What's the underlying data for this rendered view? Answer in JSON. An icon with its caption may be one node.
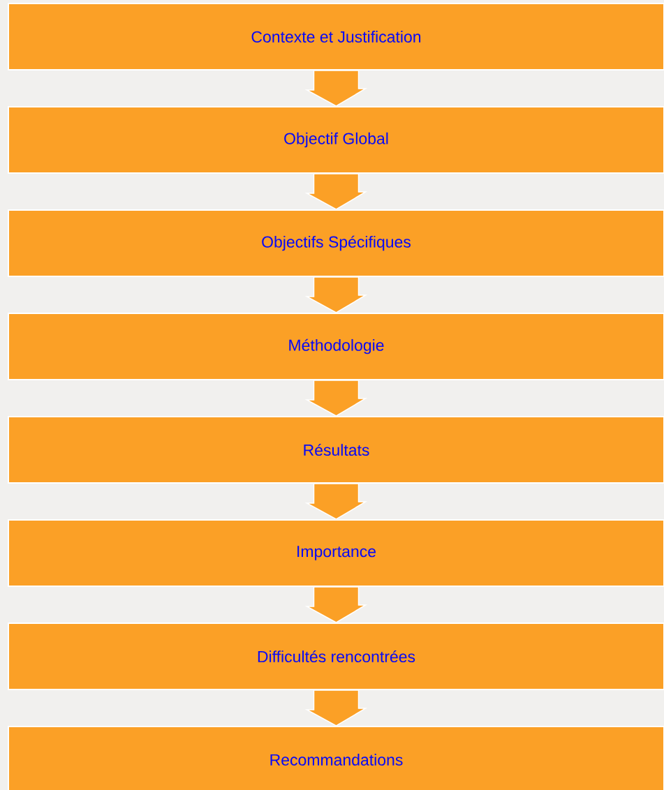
{
  "diagram": {
    "nodes": [
      {
        "text": [
          "Contexte et Justification"
        ]
      },
      {
        "text": [
          "Objectif Global"
        ]
      },
      {
        "text": [
          "Objectifs Spécifiques"
        ]
      },
      {
        "text": [
          "Méthodologie"
        ]
      },
      {
        "text": [
          "Résultats"
        ]
      },
      {
        "text": [
          "Importance"
        ]
      },
      {
        "text": [
          "Difficultés rencontrées"
        ]
      },
      {
        "text": [
          "Recommandations"
        ]
      }
    ],
    "edges": [
      {
        "from": 0,
        "to": 1,
        "arrow": "to"
      },
      {
        "from": 1,
        "to": 2,
        "arrow": "to"
      },
      {
        "from": 2,
        "to": 3,
        "arrow": "to"
      },
      {
        "from": 3,
        "to": 4,
        "arrow": "to"
      },
      {
        "from": 4,
        "to": 5,
        "arrow": "to"
      },
      {
        "from": 5,
        "to": 6,
        "arrow": "to"
      },
      {
        "from": 6,
        "to": 7,
        "arrow": "to"
      }
    ]
  }
}
